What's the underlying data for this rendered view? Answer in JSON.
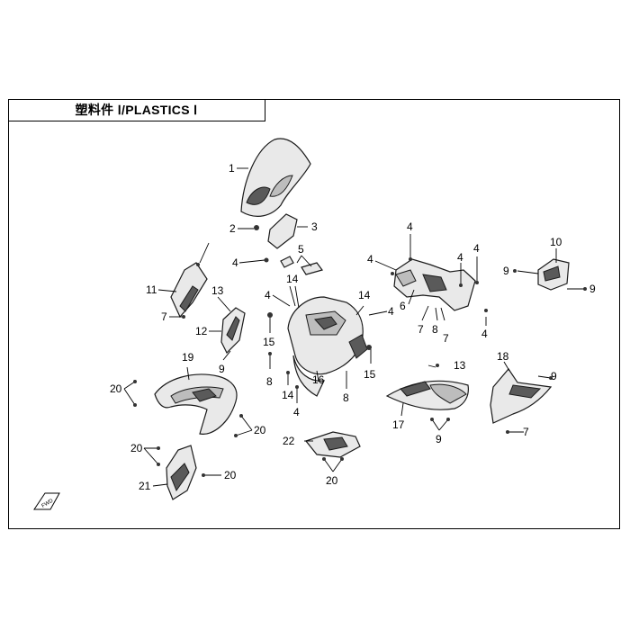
{
  "title": "塑料件 Ⅰ/PLASTICS Ⅰ",
  "fwd_label": "FWD",
  "callouts": [
    "1",
    "2",
    "3",
    "4",
    "5",
    "4",
    "4",
    "6",
    "7",
    "8",
    "7",
    "4",
    "4",
    "4",
    "10",
    "9",
    "9",
    "11",
    "7",
    "13",
    "12",
    "9",
    "4",
    "14",
    "14",
    "4",
    "15",
    "8",
    "14",
    "16",
    "4",
    "8",
    "15",
    "13",
    "18",
    "9",
    "19",
    "20",
    "20",
    "17",
    "9",
    "7",
    "20",
    "22",
    "20",
    "21",
    "20"
  ]
}
